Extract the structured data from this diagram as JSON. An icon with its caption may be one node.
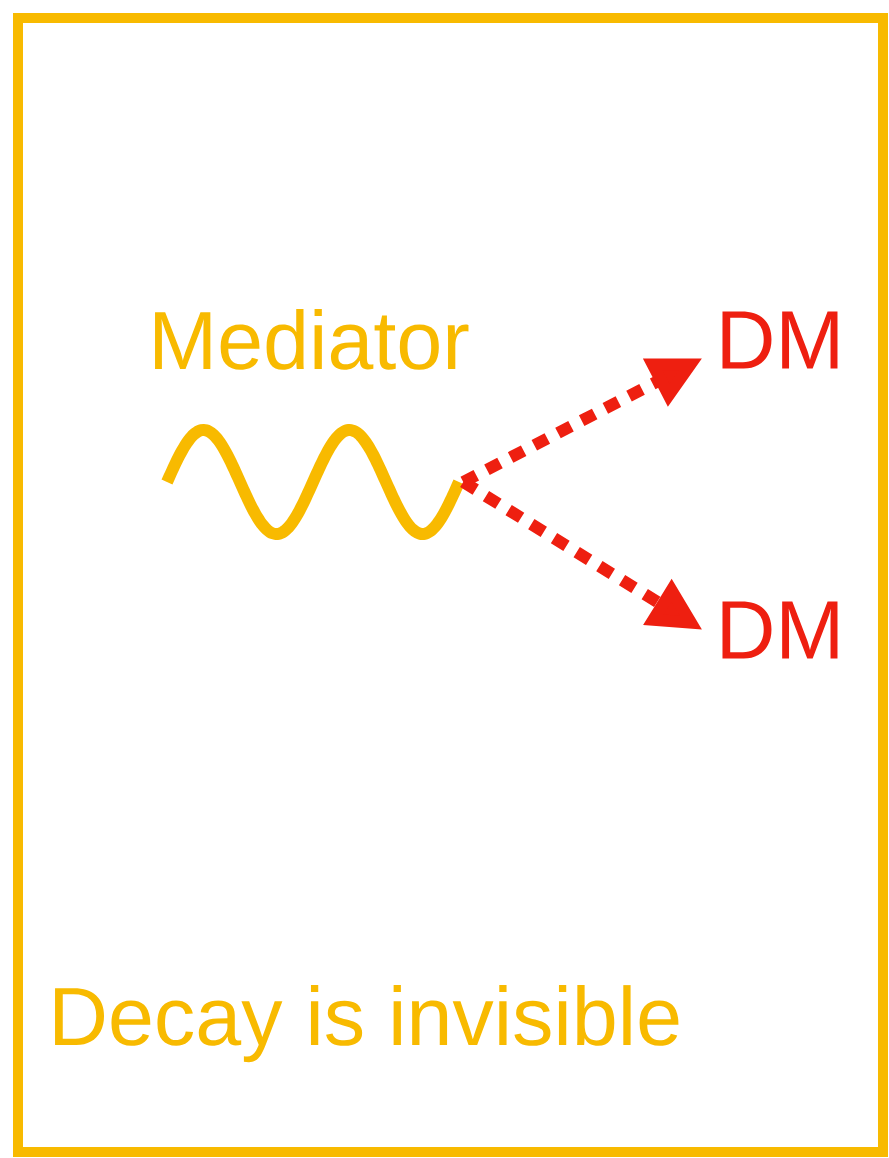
{
  "diagram": {
    "nodes": [
      {
        "text": [
          "Decay is invisible"
        ]
      },
      {
        "text": [],
        "shape": "picture",
        "beside": [
          "Mediator"
        ],
        "in": 0
      },
      {
        "text": [
          "DM"
        ],
        "in": 0
      },
      {
        "text": [
          "DM"
        ],
        "in": 0
      }
    ],
    "edges": [
      {
        "from": 1,
        "to": 2,
        "arrow": "to",
        "style": "dashed"
      },
      {
        "from": 1,
        "to": 3,
        "arrow": "to",
        "style": "dashed"
      }
    ]
  }
}
